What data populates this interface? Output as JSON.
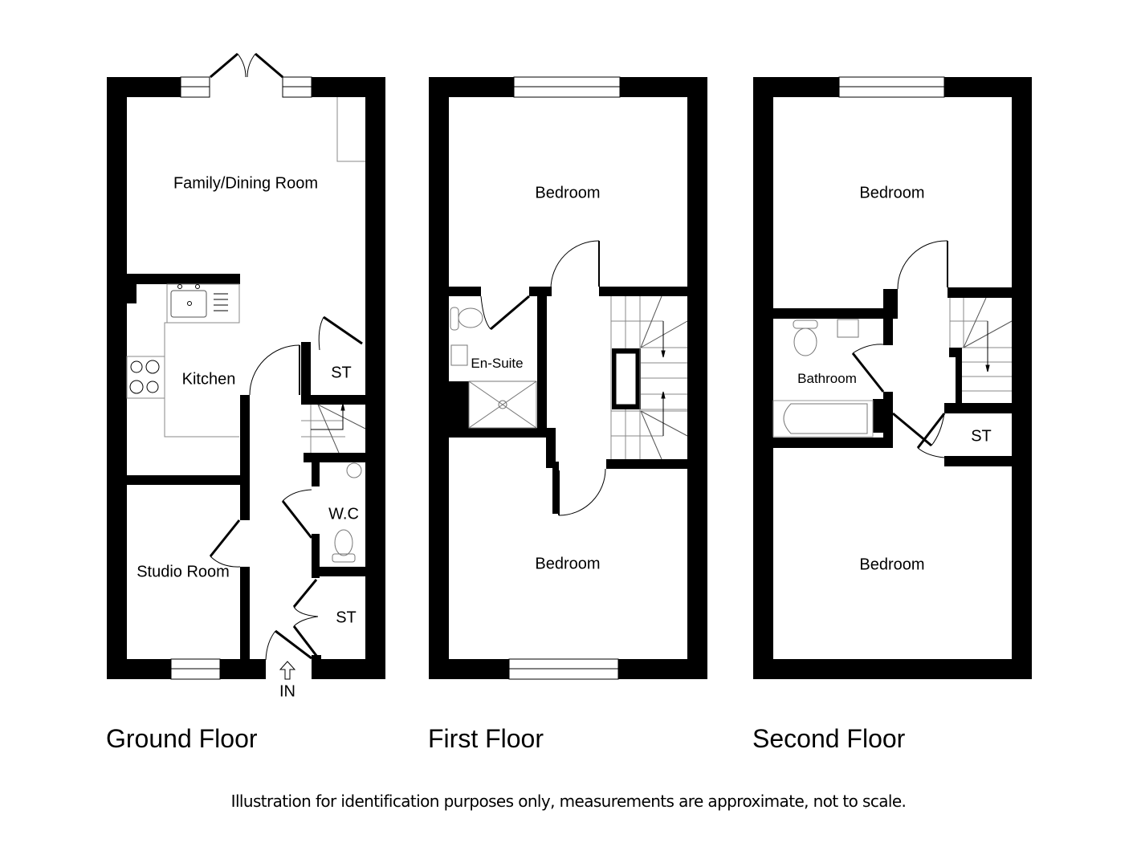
{
  "floors": [
    {
      "title": "Ground Floor",
      "rooms": [
        {
          "label": "Family/Dining Room"
        },
        {
          "label": "Kitchen"
        },
        {
          "label": "ST"
        },
        {
          "label": "W.C"
        },
        {
          "label": "Studio Room"
        },
        {
          "label": "ST"
        }
      ],
      "entrance_label": "IN"
    },
    {
      "title": "First Floor",
      "rooms": [
        {
          "label": "Bedroom"
        },
        {
          "label": "En-Suite"
        },
        {
          "label": "Bedroom"
        }
      ]
    },
    {
      "title": "Second Floor",
      "rooms": [
        {
          "label": "Bedroom"
        },
        {
          "label": "Bathroom"
        },
        {
          "label": "ST"
        },
        {
          "label": "Bedroom"
        }
      ]
    }
  ],
  "disclaimer": "Illustration for identification purposes only, measurements are approximate, not to scale.",
  "colors": {
    "wall": "#000000",
    "background": "#ffffff",
    "fixture_line": "#888888"
  }
}
